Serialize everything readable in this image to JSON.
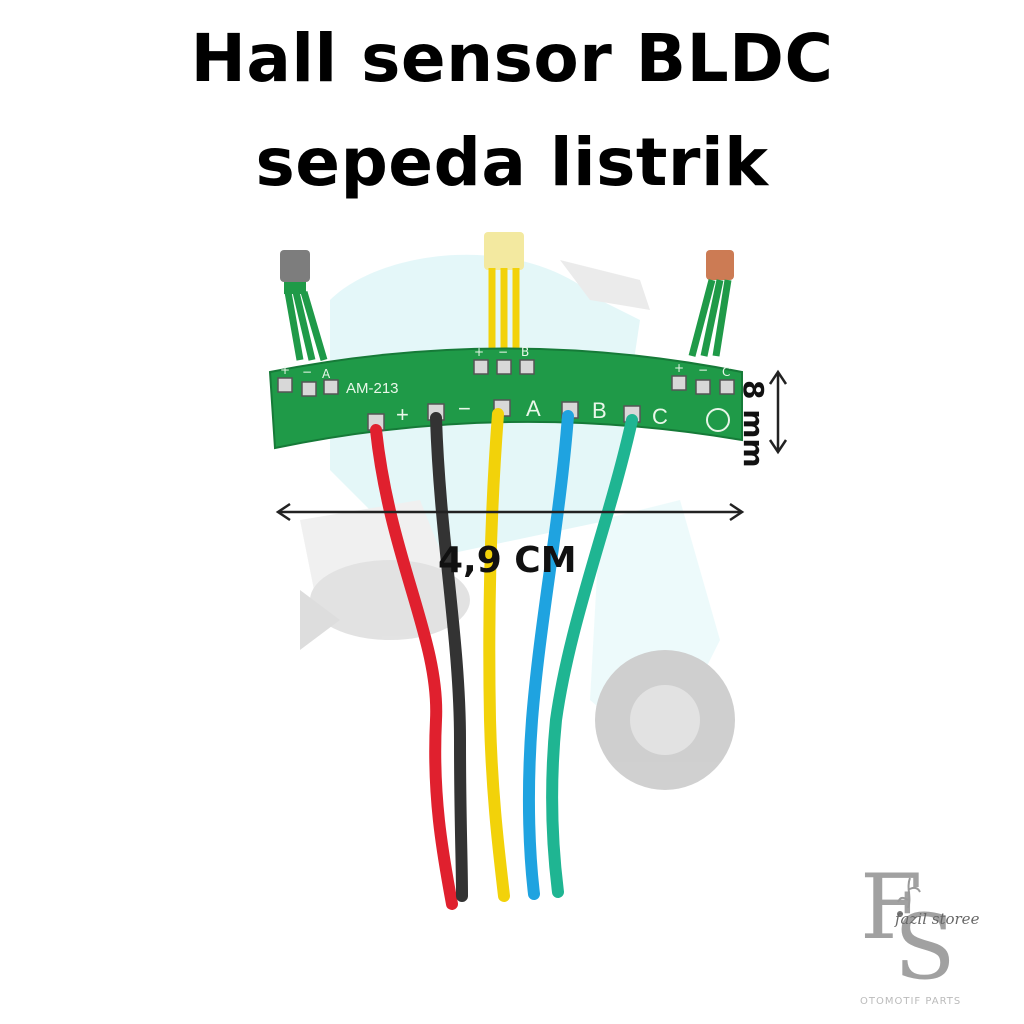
{
  "title": {
    "line1": "Hall sensor BLDC",
    "line2": "sepeda listrik"
  },
  "board": {
    "model": "AM-213",
    "pad_labels": [
      "+",
      "−",
      "A",
      "B",
      "C"
    ],
    "sensor_pins": {
      "left": [
        "+",
        "−",
        "A"
      ],
      "middle": [
        "+",
        "−",
        "B"
      ],
      "right": [
        "+",
        "−",
        "C"
      ]
    }
  },
  "dimensions": {
    "width": "4,9 CM",
    "height": "8 mm"
  },
  "wire_colors": {
    "red": "#e0202e",
    "black": "#333333",
    "yellow": "#f2d20a",
    "blue": "#1fa3e0",
    "green": "#1fb592"
  },
  "pcb_color": "#1f9a48",
  "logo": {
    "letters": "FS",
    "name": "fazil storee",
    "tagline": "OTOMOTIF PARTS"
  }
}
